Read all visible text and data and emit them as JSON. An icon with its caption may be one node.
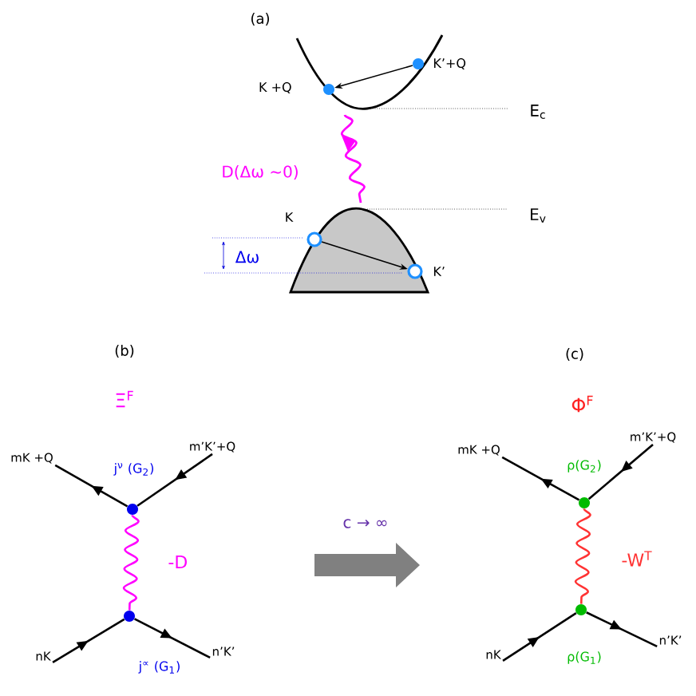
{
  "diagram": {
    "nodes": [
      {
        "text": [],
        "shape": "circle",
        "beside": [
          "K +Q"
        ]
      },
      {
        "text": [],
        "shape": "circle",
        "beside": [
          "K’+Q"
        ]
      },
      {
        "text": [],
        "shape": "circle",
        "beside": [
          "K"
        ]
      },
      {
        "text": [],
        "shape": "circle",
        "beside": [
          "K’"
        ]
      },
      {
        "text": [],
        "shape": "circle",
        "beside": [
          "j$^{ν}$ (G$_{2}$)"
        ]
      },
      {
        "text": [],
        "shape": "circle",
        "beside": [
          "j$^{∝}$ (G$_{1}$)"
        ]
      },
      {
        "text": [],
        "shape": "circle",
        "beside": [
          "ρ(G$_{2}$)"
        ]
      },
      {
        "text": [],
        "shape": "circle",
        "beside": [
          "ρ(G$_{1}$)"
        ]
      },
      {
        "text": [
          "mK +Q"
        ]
      },
      {
        "text": [
          "m’K’+Q"
        ]
      },
      {
        "text": [
          "nK"
        ]
      },
      {
        "text": [
          "n’K’"
        ]
      },
      {
        "text": [
          "mK +Q"
        ]
      },
      {
        "text": [
          "m’K’+Q"
        ]
      },
      {
        "text": [
          "nK"
        ]
      },
      {
        "text": [
          "n’K’"
        ]
      }
    ],
    "edges": [
      {
        "from": 1,
        "to": 0,
        "arrow": "to"
      },
      {
        "from": 2,
        "to": 3,
        "arrow": "to"
      },
      {
        "from": 4,
        "to": 8,
        "arrow": "to"
      },
      {
        "from": 9,
        "to": 4,
        "arrow": "to"
      },
      {
        "from": 4,
        "to": 5,
        "arrow": "none",
        "label": "-D",
        "color": "#ff00ff"
      },
      {
        "from": 10,
        "to": 5,
        "arrow": "to"
      },
      {
        "from": 5,
        "to": 11,
        "arrow": "to"
      },
      {
        "from": 6,
        "to": 12,
        "arrow": "to"
      },
      {
        "from": 13,
        "to": 6,
        "arrow": "to"
      },
      {
        "from": 6,
        "to": 7,
        "arrow": "none",
        "label": "-W$^{T}$",
        "color": "#ff3333"
      },
      {
        "from": 14,
        "to": 7,
        "arrow": "to"
      },
      {
        "from": 7,
        "to": 15,
        "arrow": "to"
      }
    ],
    "labels": [
      "(a)",
      "E$_{c}$",
      "D(Δω ~0)",
      "E$_{v}$",
      "Δω",
      "(b)",
      "(c)",
      "Ξ$^{F}$",
      "Φ$^{F}$",
      "c → ∞"
    ]
  }
}
